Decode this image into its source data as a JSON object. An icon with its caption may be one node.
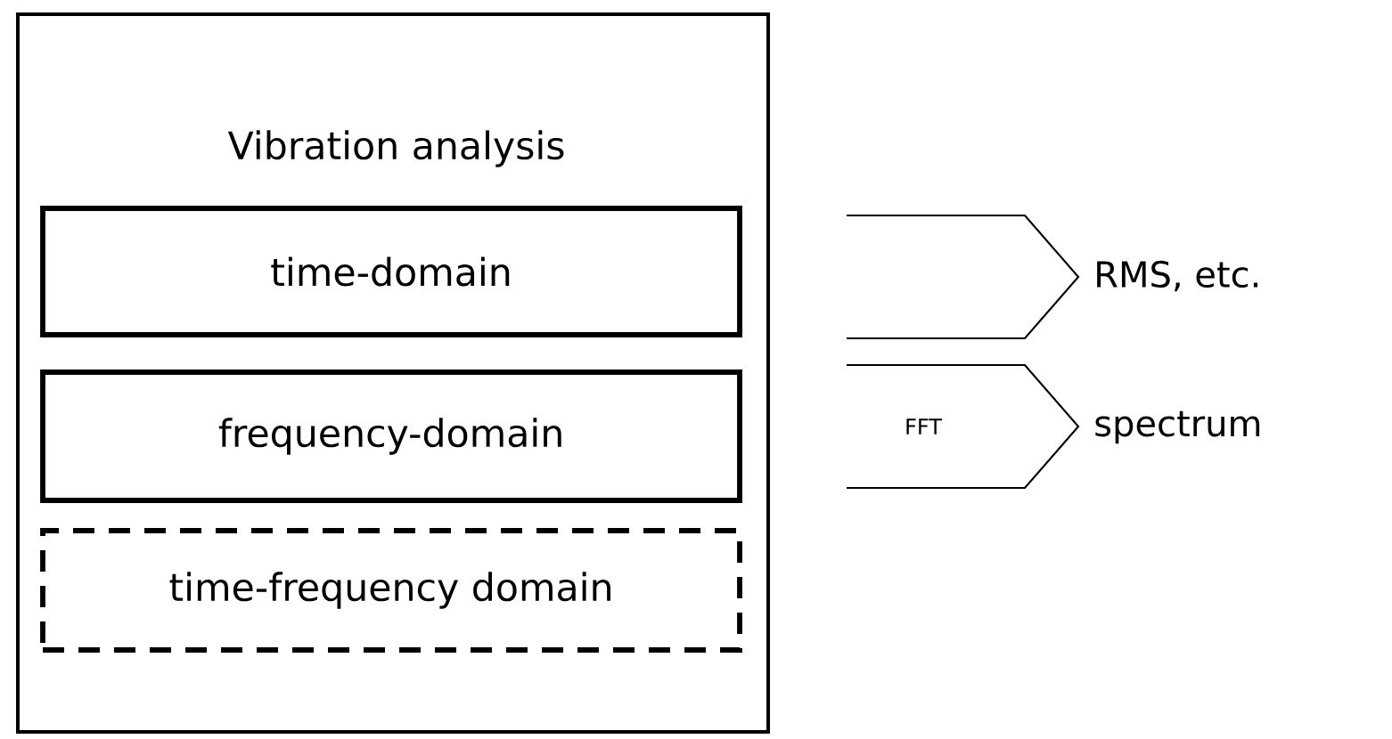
{
  "diagram": {
    "nodes": [
      {
        "text": [
          "Vibration analysis"
        ]
      },
      {
        "text": [
          "time-domain"
        ],
        "in": 0
      },
      {
        "text": [
          "frequency-domain"
        ],
        "in": 0
      },
      {
        "text": [
          "time-frequency domain"
        ],
        "in": 0
      },
      {
        "text": [],
        "shape": "chevron"
      },
      {
        "text": [
          "RMS, etc."
        ]
      },
      {
        "text": [
          "FFT"
        ]
      },
      {
        "text": [
          "spectrum"
        ]
      }
    ]
  }
}
